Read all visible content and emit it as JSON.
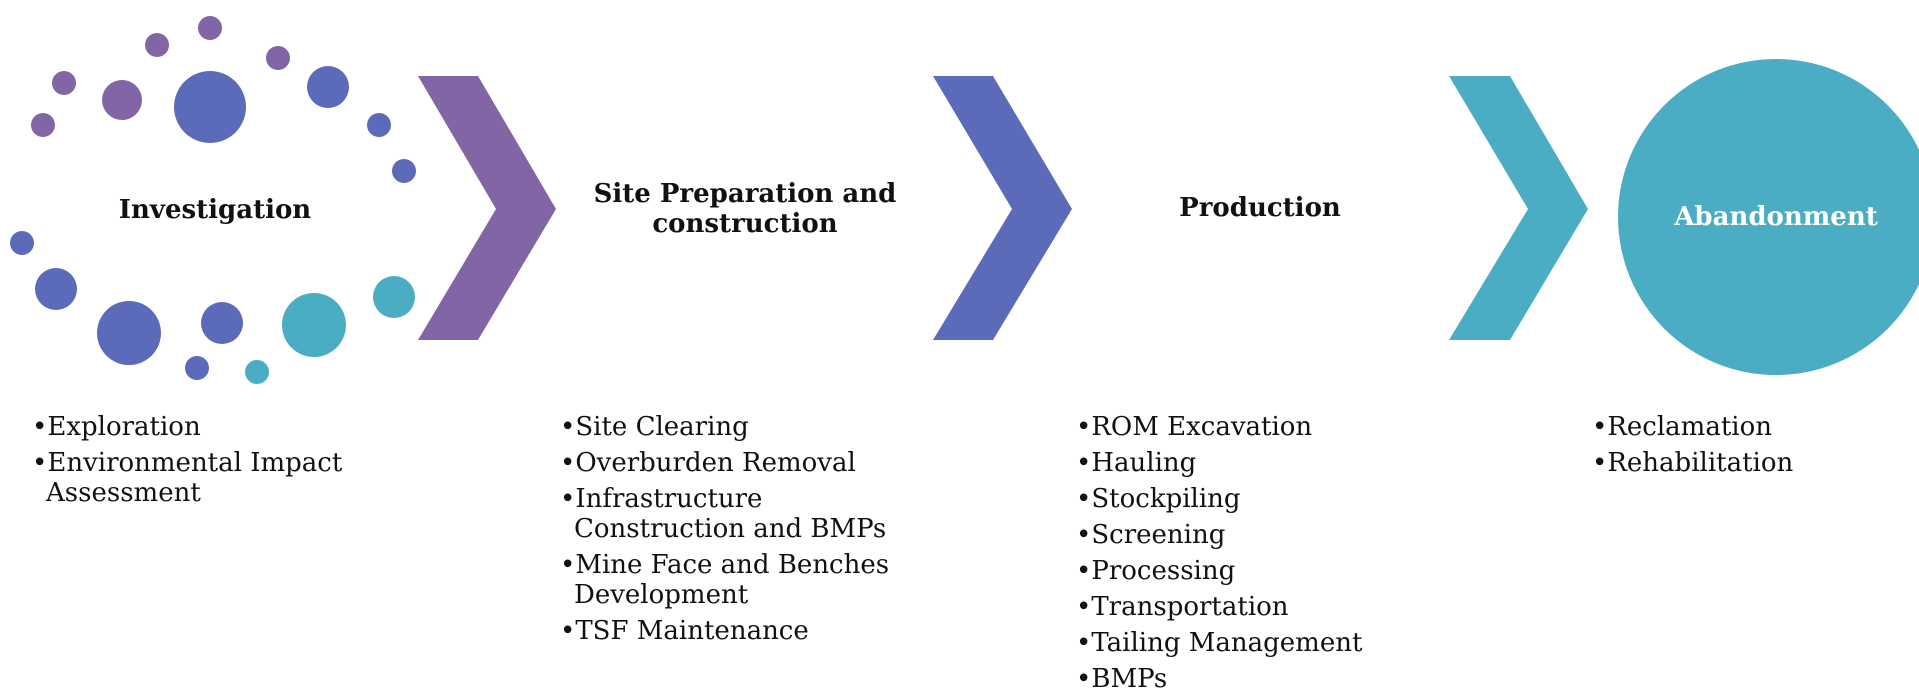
{
  "colors": {
    "purple": "#8165a5",
    "indigo": "#5c6aba",
    "teal": "#4aadc4",
    "text": "#111111",
    "light_text": "#ffffff"
  },
  "stages": [
    {
      "title": "Investigation",
      "shape": "dot-ring-icon",
      "items": [
        "Exploration",
        "Environmental Impact Assessment"
      ]
    },
    {
      "title": "Site Preparation and construction",
      "shape": "chevron-arrow-icon",
      "items": [
        "Site Clearing",
        "Overburden Removal",
        "Infrastructure Construction and BMPs",
        "Mine Face and Benches Development",
        "TSF Maintenance"
      ]
    },
    {
      "title": "Production",
      "shape": "chevron-arrow-icon",
      "items": [
        "ROM Excavation",
        "Hauling",
        "Stockpiling",
        "Screening",
        "Processing",
        "Transportation",
        "Tailing Management",
        "BMPs"
      ]
    },
    {
      "title": "Abandonment",
      "shape": "circle-icon",
      "items": [
        "Reclamation",
        "Rehabilitation"
      ]
    }
  ]
}
